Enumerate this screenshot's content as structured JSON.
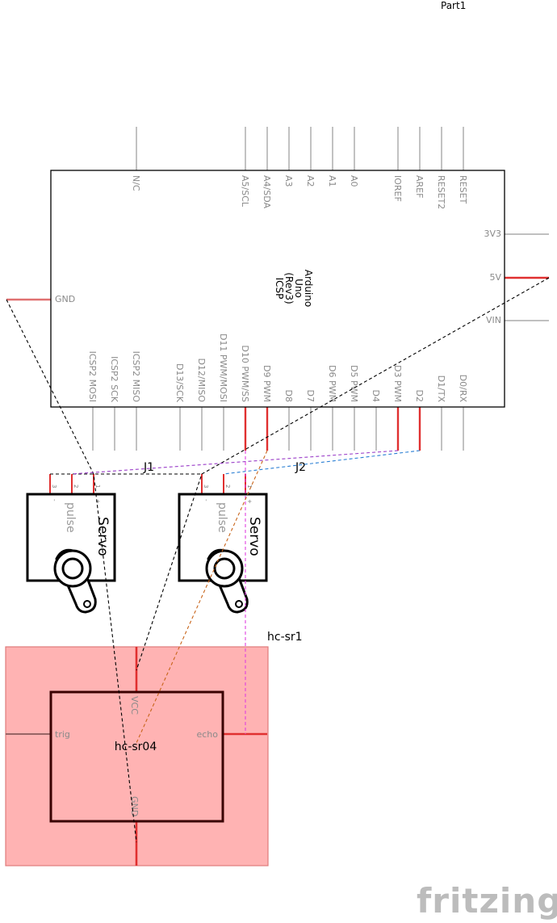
{
  "part1_label": "Part1",
  "arduino": {
    "title_lines": [
      "Arduino",
      "Uno",
      "(Rev3)",
      "ICSP"
    ],
    "top_pins": [
      "N/C",
      "A5/SCL",
      "A4/SDA",
      "A3",
      "A2",
      "A1",
      "A0",
      "IOREF",
      "AREF",
      "RESET2",
      "RESET"
    ],
    "bottom_pins": [
      "ICSP2 MOSI",
      "ICSP2 SCK",
      "ICSP2 MISO",
      "D13/SCK",
      "D12/MISO",
      "D11 PWM/MOSI",
      "D10 PWM/SS",
      "D9 PWM",
      "D8",
      "D7",
      "D6 PWM",
      "D5 PWM",
      "D4",
      "D3 PWM",
      "D2",
      "D1/TX",
      "D0/RX"
    ],
    "right_pins": [
      "3V3",
      "5V",
      "VIN"
    ],
    "left_pins": [
      "GND"
    ]
  },
  "servos": [
    {
      "ref": "J1",
      "title": "Servo",
      "signal": "pulse",
      "pin_numbers": [
        "3",
        "2",
        "1"
      ],
      "pin_marks": [
        "-",
        "",
        "+"
      ]
    },
    {
      "ref": "J2",
      "title": "Servo",
      "signal": "pulse",
      "pin_numbers": [
        "3",
        "2",
        "1"
      ],
      "pin_marks": [
        "-",
        "",
        "+"
      ]
    }
  ],
  "sensor": {
    "ref": "hc-sr1",
    "name": "hc-sr04",
    "pins": [
      "VCC",
      "trig",
      "echo",
      "GND"
    ]
  },
  "logo": "fritzing",
  "colors": {
    "wire_black": "#000000",
    "wire_purple": "#9b3fc9",
    "wire_blue": "#2a7fd4",
    "wire_magenta": "#e040e0",
    "wire_orange": "#c8641a",
    "pin_red": "#e03030",
    "sensor_fill": "#ffb3b3",
    "pin_gray": "#888888"
  }
}
